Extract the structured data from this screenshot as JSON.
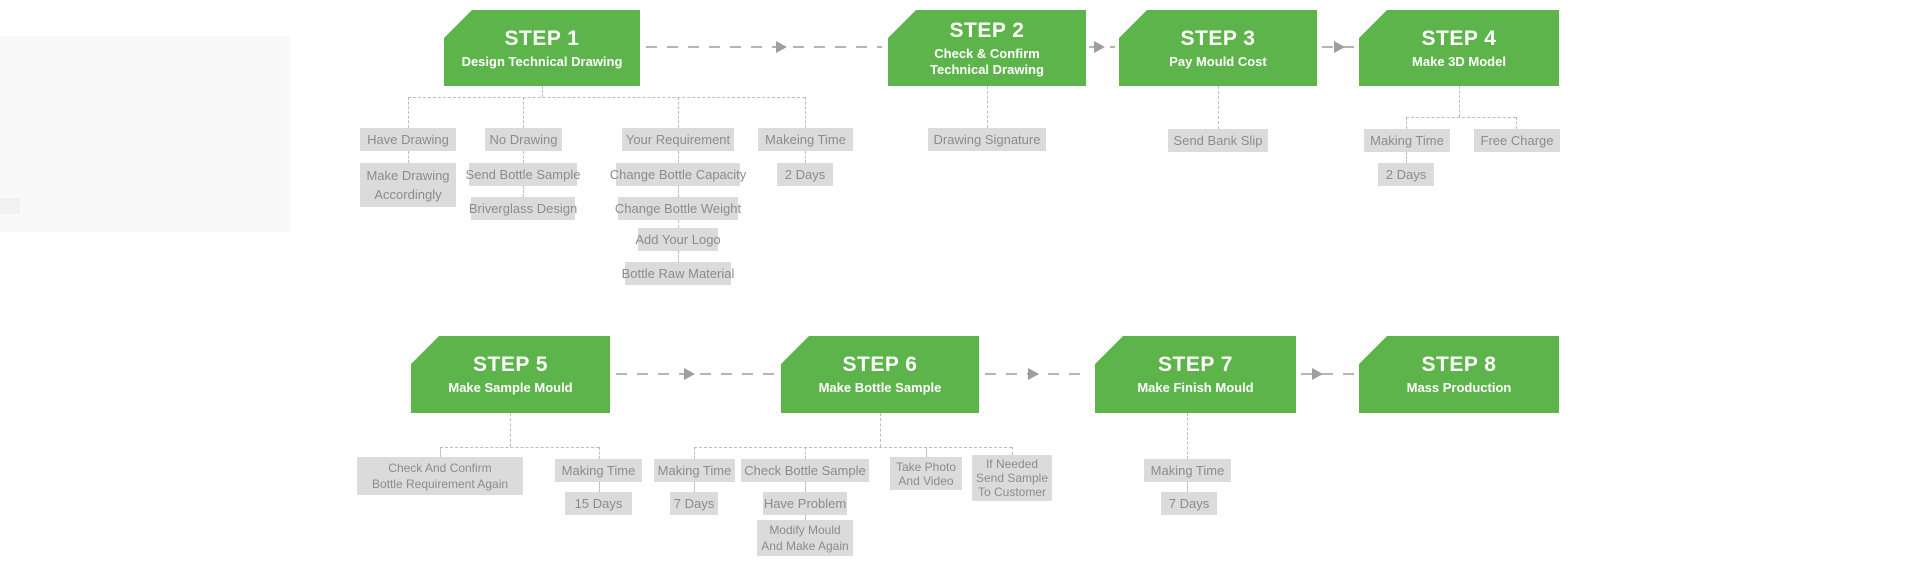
{
  "palette": {
    "step_box_green": "#5cb44a",
    "note_box_gray": "#dbdbdb",
    "note_text_gray": "#8c8c8c",
    "connector_gray": "#bdbdbd",
    "arrow_gray": "#9e9e9e"
  },
  "steps": [
    {
      "title": "STEP 1",
      "subtitle": [
        "Design Technical Drawing"
      ]
    },
    {
      "title": "STEP 2",
      "subtitle": [
        "Check & Confirm",
        "Technical Drawing"
      ]
    },
    {
      "title": "STEP 3",
      "subtitle": [
        "Pay Mould Cost"
      ]
    },
    {
      "title": "STEP 4",
      "subtitle": [
        "Make 3D Model"
      ]
    },
    {
      "title": "STEP 5",
      "subtitle": [
        "Make Sample Mould"
      ]
    },
    {
      "title": "STEP 6",
      "subtitle": [
        "Make Bottle Sample"
      ]
    },
    {
      "title": "STEP 7",
      "subtitle": [
        "Make Finish Mould"
      ]
    },
    {
      "title": "STEP 8",
      "subtitle": [
        "Mass Production"
      ]
    }
  ],
  "notes": {
    "step1": {
      "have_drawing": "Have Drawing",
      "make_drawing_accordingly": [
        "Make Drawing",
        "Accordingly"
      ],
      "no_drawing": "No Drawing",
      "send_bottle_sample": "Send Bottle Sample",
      "briverglass_design": "Briverglass Design",
      "your_requirement": "Your Requirement",
      "change_bottle_capacity": "Change Bottle Capacity",
      "change_bottle_weight": "Change Bottle Weight",
      "add_your_logo": "Add Your Logo",
      "bottle_raw_material": "Bottle Raw Material",
      "makeing_time": "Makeing Time",
      "days_2": "2 Days"
    },
    "step2": {
      "drawing_signature": "Drawing Signature"
    },
    "step3": {
      "send_bank_slip": "Send Bank Slip"
    },
    "step4": {
      "making_time": "Making Time",
      "days_2": "2 Days",
      "free_charge": "Free Charge"
    },
    "step5": {
      "check_and_confirm": [
        "Check And Confirm",
        "Bottle Requirement Again"
      ],
      "making_time": "Making Time",
      "days_15": "15 Days"
    },
    "step6": {
      "making_time": "Making Time",
      "days_7": "7 Days",
      "check_bottle_sample": "Check Bottle Sample",
      "have_problem": "Have Problem",
      "modify_mould": [
        "Modify Mould",
        "And Make Again"
      ],
      "take_photo": [
        "Take Photo",
        "And Video"
      ],
      "if_needed": [
        "If Needed",
        "Send Sample",
        "To Customer"
      ]
    },
    "step7": {
      "making_time": "Making Time",
      "days_7": "7 Days"
    }
  }
}
